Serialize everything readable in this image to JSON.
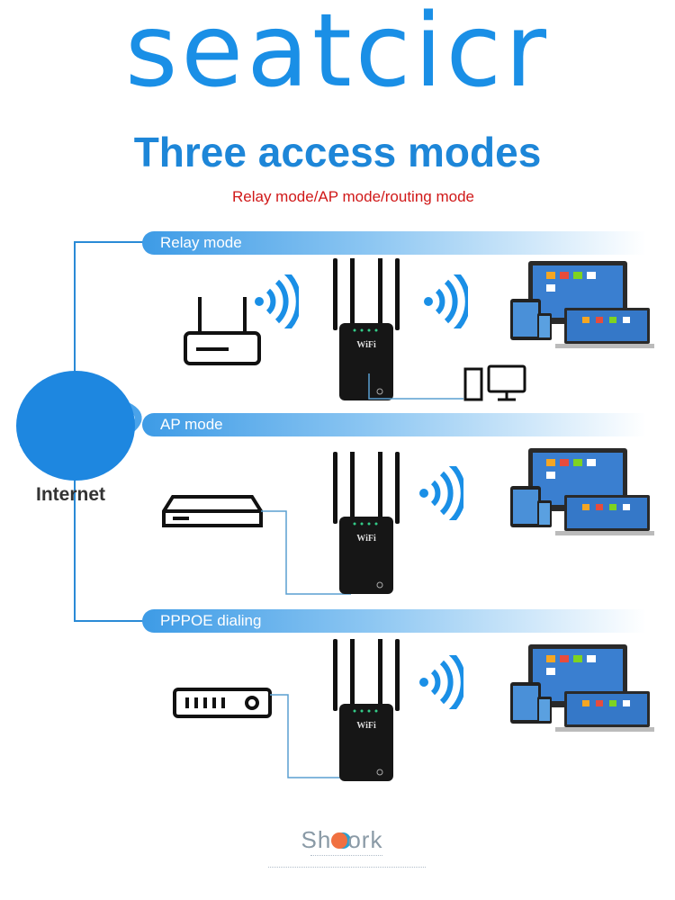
{
  "brand": "seatcicr",
  "title": "Three access modes",
  "subtitle": "Relay mode/AP mode/routing mode",
  "internet_label": "Internet",
  "modes": [
    {
      "label": "Relay mode"
    },
    {
      "label": "AP mode"
    },
    {
      "label": "PPPOE dialing"
    }
  ],
  "device_label": "WiFi",
  "footer_logo": {
    "text_before": "Sh",
    "text_after": "ork"
  },
  "colors": {
    "accent": "#1a8fe6",
    "subtitle": "#d01818",
    "band": "#3d9be6"
  }
}
